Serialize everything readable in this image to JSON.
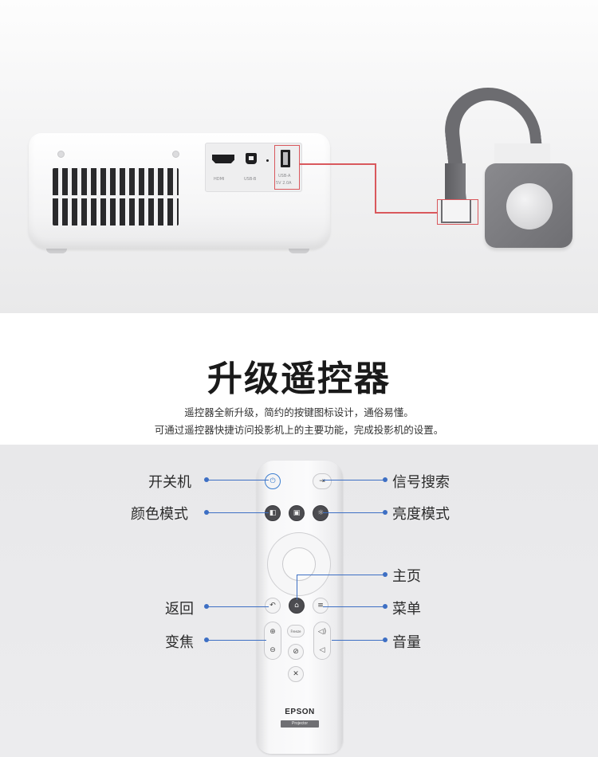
{
  "top_photo": {
    "port_labels": {
      "hdmi": "HDMI",
      "usb_b": "USB-B",
      "usb_a": "USB-A",
      "usb_a_spec": "5V  2.0A"
    }
  },
  "title_section": {
    "title": "升级遥控器",
    "description_line_1": "遥控器全新升级，简约的按键图标设计，通俗易懂。",
    "description_line_2": "可通过遥控器快捷访问投影机上的主要功能，完成投影机的设置。"
  },
  "remote_section": {
    "callouts_left": [
      "开关机",
      "颜色模式",
      "返回",
      "变焦"
    ],
    "callouts_right": [
      "信号搜索",
      "亮度模式",
      "主页",
      "菜单",
      "音量"
    ],
    "remote": {
      "brand": "EPSON",
      "model_tag": "Projector",
      "freeze_label": "Freeze"
    },
    "colors": {
      "callout_line": "#3d6fc4",
      "highlight_box": "#d9585d"
    },
    "icons": [
      "power-icon",
      "source-search-icon",
      "color-mode-icon",
      "brightness-mode-icon",
      "home-icon",
      "back-icon",
      "menu-icon",
      "zoom-in-icon",
      "zoom-out-icon",
      "volume-up-icon",
      "volume-down-icon",
      "mute-icon"
    ]
  }
}
